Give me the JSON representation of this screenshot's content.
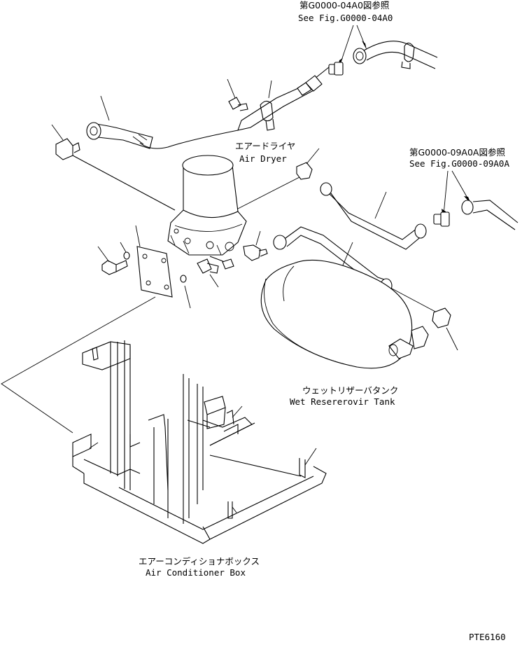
{
  "labels": {
    "ref_top_jp": "第G0000-04A0図参照",
    "ref_top_en": "See Fig.G0000-04A0",
    "ref_right_jp": "第G0000-09A0A図参照",
    "ref_right_en": "See Fig.G0000-09A0A",
    "air_dryer_jp": "エアードライヤ",
    "air_dryer_en": "Air Dryer",
    "tank_jp": "ウェットリザーバタンク",
    "tank_en": "Wet Resererovir Tank",
    "box_jp": "エアーコンディショナボックス",
    "box_en": "Air Conditioner Box",
    "drawing_code": "PTE6160"
  }
}
